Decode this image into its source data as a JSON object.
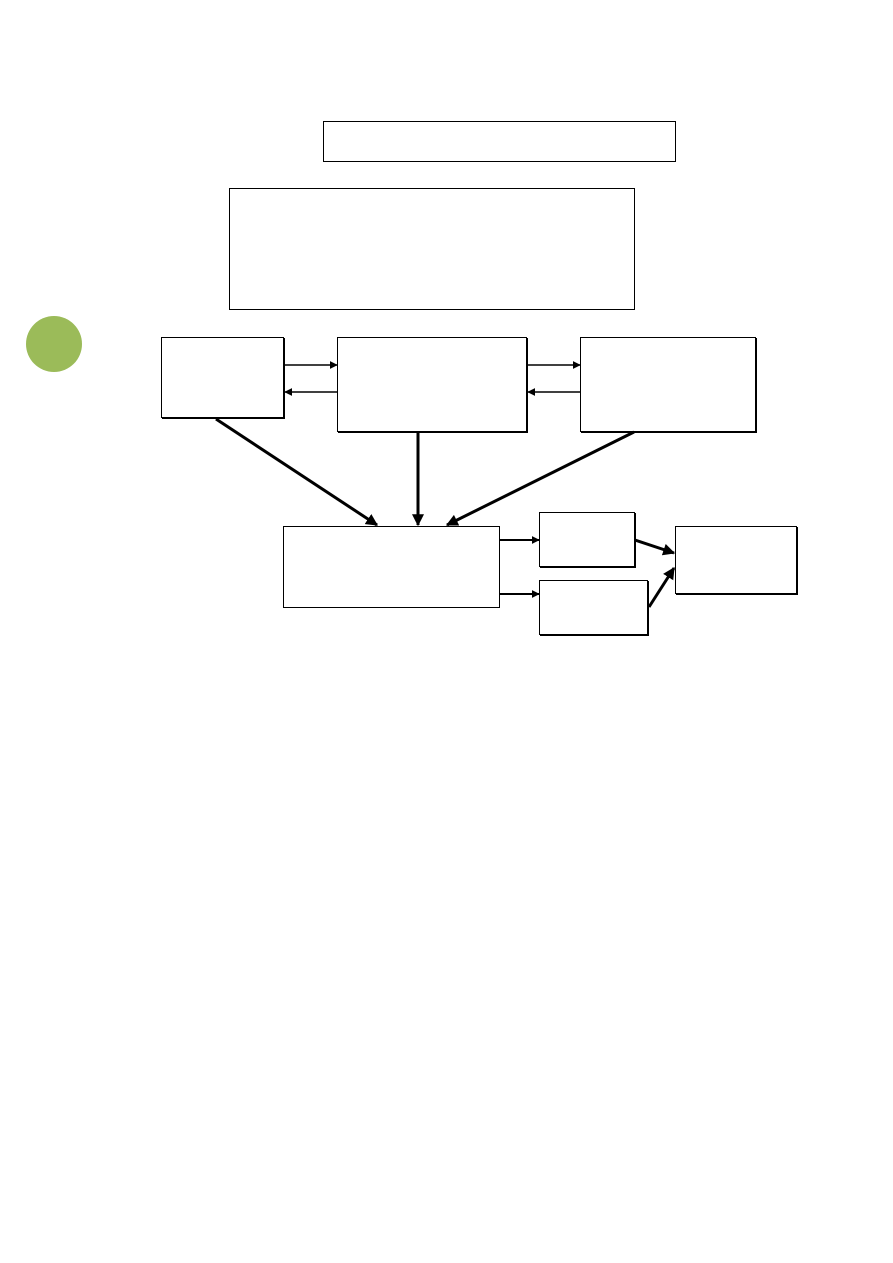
{
  "diagram": {
    "colors": {
      "marker": "#9bbb59",
      "stroke": "#000000",
      "background": "#ffffff"
    },
    "boxes": {
      "title_box": "",
      "description_box": "",
      "left_box": "",
      "center_box": "",
      "right_box": "",
      "result_box": "",
      "small_box_top": "",
      "small_box_bottom": "",
      "final_box": ""
    },
    "connections": [
      {
        "from": "left_box",
        "to": "center_box"
      },
      {
        "from": "center_box",
        "to": "left_box"
      },
      {
        "from": "center_box",
        "to": "right_box"
      },
      {
        "from": "right_box",
        "to": "center_box"
      },
      {
        "from": "left_box",
        "to": "result_box"
      },
      {
        "from": "center_box",
        "to": "result_box"
      },
      {
        "from": "right_box",
        "to": "result_box"
      },
      {
        "from": "result_box",
        "to": "small_box_top"
      },
      {
        "from": "result_box",
        "to": "small_box_bottom"
      },
      {
        "from": "small_box_top",
        "to": "final_box"
      },
      {
        "from": "small_box_bottom",
        "to": "final_box"
      }
    ]
  }
}
